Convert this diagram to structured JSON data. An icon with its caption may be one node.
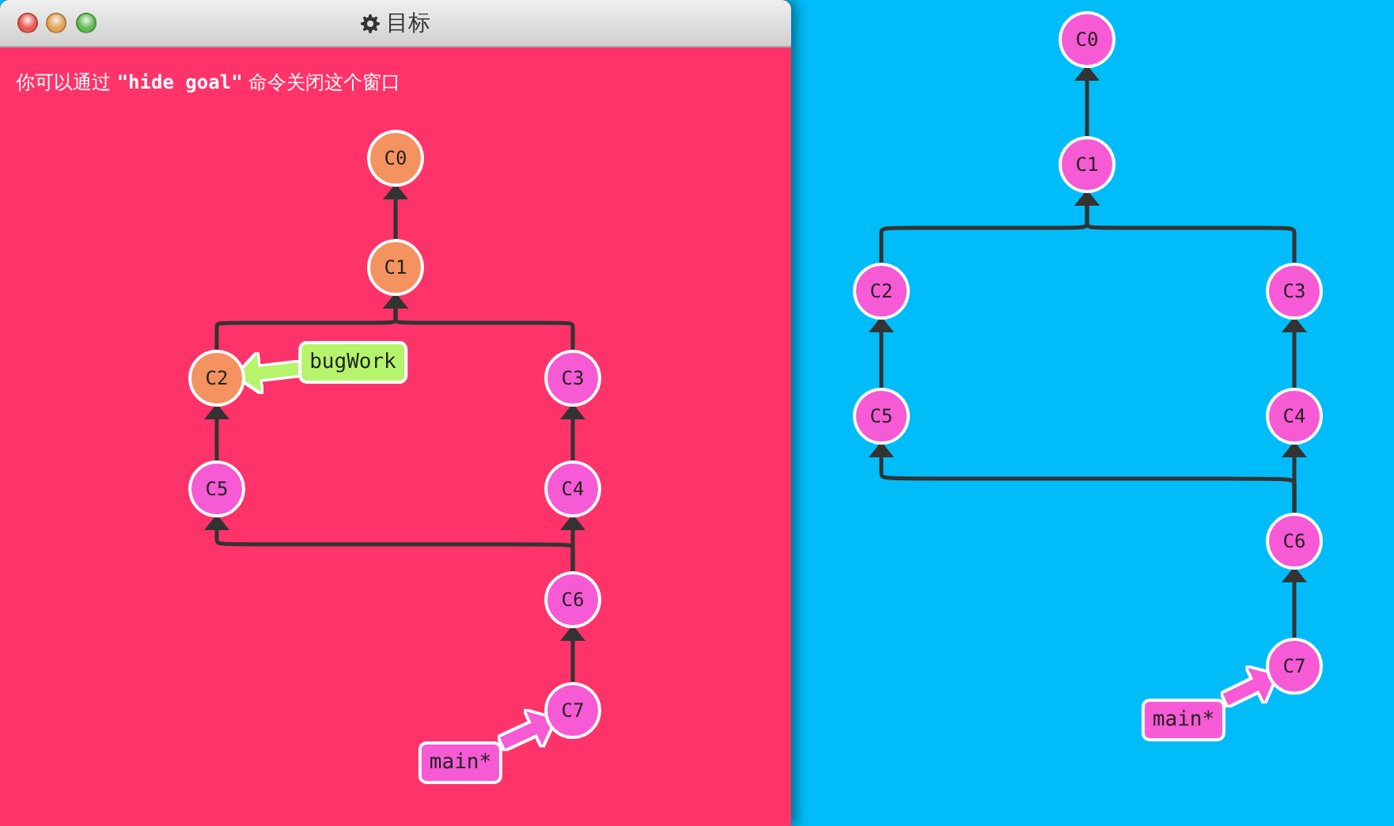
{
  "diagram": {
    "nodes": [
      {
        "text": [
          "目标",
          "你可以通过 **\"hide goal\"** 命令关闭这个窗口"
        ]
      },
      {
        "text": [
          "C0"
        ],
        "in": 0
      },
      {
        "text": [
          "C1"
        ],
        "in": 0
      },
      {
        "text": [
          "bugWork"
        ],
        "in": 0
      },
      {
        "text": [
          "C2"
        ],
        "in": 0
      },
      {
        "text": [
          "C3"
        ],
        "in": 0
      },
      {
        "text": [
          "C5"
        ],
        "in": 0
      },
      {
        "text": [
          "C4"
        ],
        "in": 0
      },
      {
        "text": [
          "C6"
        ],
        "in": 0
      },
      {
        "text": [
          "C7"
        ],
        "in": 0
      },
      {
        "text": [
          "main*"
        ],
        "in": 0
      },
      {
        "text": [
          "C0"
        ]
      },
      {
        "text": [
          "C1"
        ]
      },
      {
        "text": [
          "C2"
        ]
      },
      {
        "text": [
          "C3"
        ]
      },
      {
        "text": [
          "C5"
        ]
      },
      {
        "text": [
          "C4"
        ]
      },
      {
        "text": [
          "C6"
        ]
      },
      {
        "text": [
          "C7"
        ]
      },
      {
        "text": [
          "main*"
        ]
      }
    ],
    "edges": [
      {
        "from": 2,
        "to": 1,
        "arrow": "to"
      },
      {
        "from": 4,
        "to": 2,
        "arrow": "to"
      },
      {
        "from": 5,
        "to": 2,
        "arrow": "to"
      },
      {
        "from": 3,
        "to": 4,
        "arrow": "to",
        "style": "thick",
        "color": "#b6f46c"
      },
      {
        "from": 6,
        "to": 4,
        "arrow": "to"
      },
      {
        "from": 7,
        "to": 5,
        "arrow": "to"
      },
      {
        "from": 8,
        "to": 7,
        "arrow": "to"
      },
      {
        "from": 8,
        "to": 6,
        "arrow": "to"
      },
      {
        "from": 9,
        "to": 8,
        "arrow": "to"
      },
      {
        "from": 10,
        "to": 9,
        "arrow": "to",
        "style": "thick",
        "color": "#f65ad4"
      },
      {
        "from": 12,
        "to": 11,
        "arrow": "to"
      },
      {
        "from": 13,
        "to": 12,
        "arrow": "to"
      },
      {
        "from": 14,
        "to": 12,
        "arrow": "to"
      },
      {
        "from": 15,
        "to": 13,
        "arrow": "to"
      },
      {
        "from": 16,
        "to": 14,
        "arrow": "to"
      },
      {
        "from": 17,
        "to": 16,
        "arrow": "to"
      },
      {
        "from": 17,
        "to": 15,
        "arrow": "to"
      },
      {
        "from": 18,
        "to": 17,
        "arrow": "to"
      },
      {
        "from": 19,
        "to": 18,
        "arrow": "to",
        "style": "thick",
        "color": "#f65ad4"
      }
    ]
  }
}
